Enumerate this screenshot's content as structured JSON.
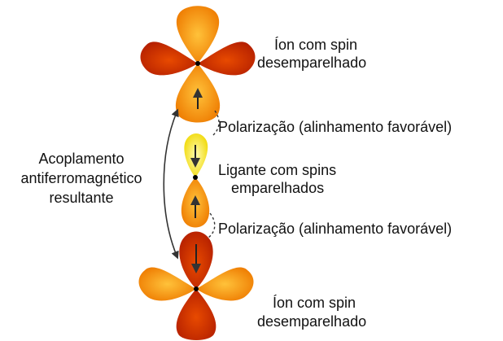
{
  "labels": {
    "top_ion_line1": "Íon com spin",
    "top_ion_line2": "desemparelhado",
    "polarization_top": "Polarização (alinhamento favorável)",
    "ligand_line1": "Ligante com spins",
    "ligand_line2": "emparelhados",
    "polarization_bottom": "Polarização (alinhamento favorável)",
    "bottom_ion_line1": "Íon com spin",
    "bottom_ion_line2": "desemparelhado",
    "coupling_line1": "Acoplamento",
    "coupling_line2": "antiferromagnético",
    "coupling_line3": "resultante"
  },
  "colors": {
    "red_lobe": "#c02b00",
    "orange_lobe": "#f08a00",
    "light_orange_lobe": "#ffb000",
    "yellow_lobe": "#fff24a"
  },
  "spins": [
    "up",
    "down",
    "up",
    "down"
  ]
}
